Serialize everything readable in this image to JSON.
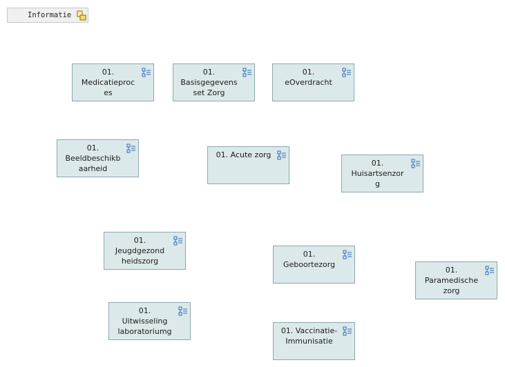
{
  "header": {
    "label": "Informatie",
    "icon": "package-icon"
  },
  "nodes": [
    {
      "id": "medicatieproces",
      "label": "01.\nMedicatieproc\nes",
      "icon": "component-icon"
    },
    {
      "id": "basisgegevensset",
      "label": "01.\nBasisgegevens\nset Zorg",
      "icon": "component-icon"
    },
    {
      "id": "eoverdracht",
      "label": "01.\neOverdracht",
      "icon": "component-icon"
    },
    {
      "id": "beeldbeschikbaarheid",
      "label": "01.\nBeeldbeschikb\naarheid",
      "icon": "component-icon"
    },
    {
      "id": "acute-zorg",
      "label": "01. Acute zorg",
      "icon": "component-icon"
    },
    {
      "id": "huisartsenzorg",
      "label": "01.\nHuisartsenzor\ng",
      "icon": "component-icon"
    },
    {
      "id": "jeugdgezondheidszorg",
      "label": "01.\nJeugdgezond\nheidszorg",
      "icon": "component-icon"
    },
    {
      "id": "geboortezorg",
      "label": "01.\nGeboortezorg",
      "icon": "component-icon"
    },
    {
      "id": "paramedische-zorg",
      "label": "01.\nParamedische\nzorg",
      "icon": "component-icon"
    },
    {
      "id": "uitwisseling-laboratorium",
      "label": "01.\nUitwisseling\nlaboratoriumg",
      "icon": "component-icon"
    },
    {
      "id": "vaccinatie-immunisatie",
      "label": "01. Vaccinatie-\nImmunisatie",
      "icon": "component-icon"
    }
  ]
}
